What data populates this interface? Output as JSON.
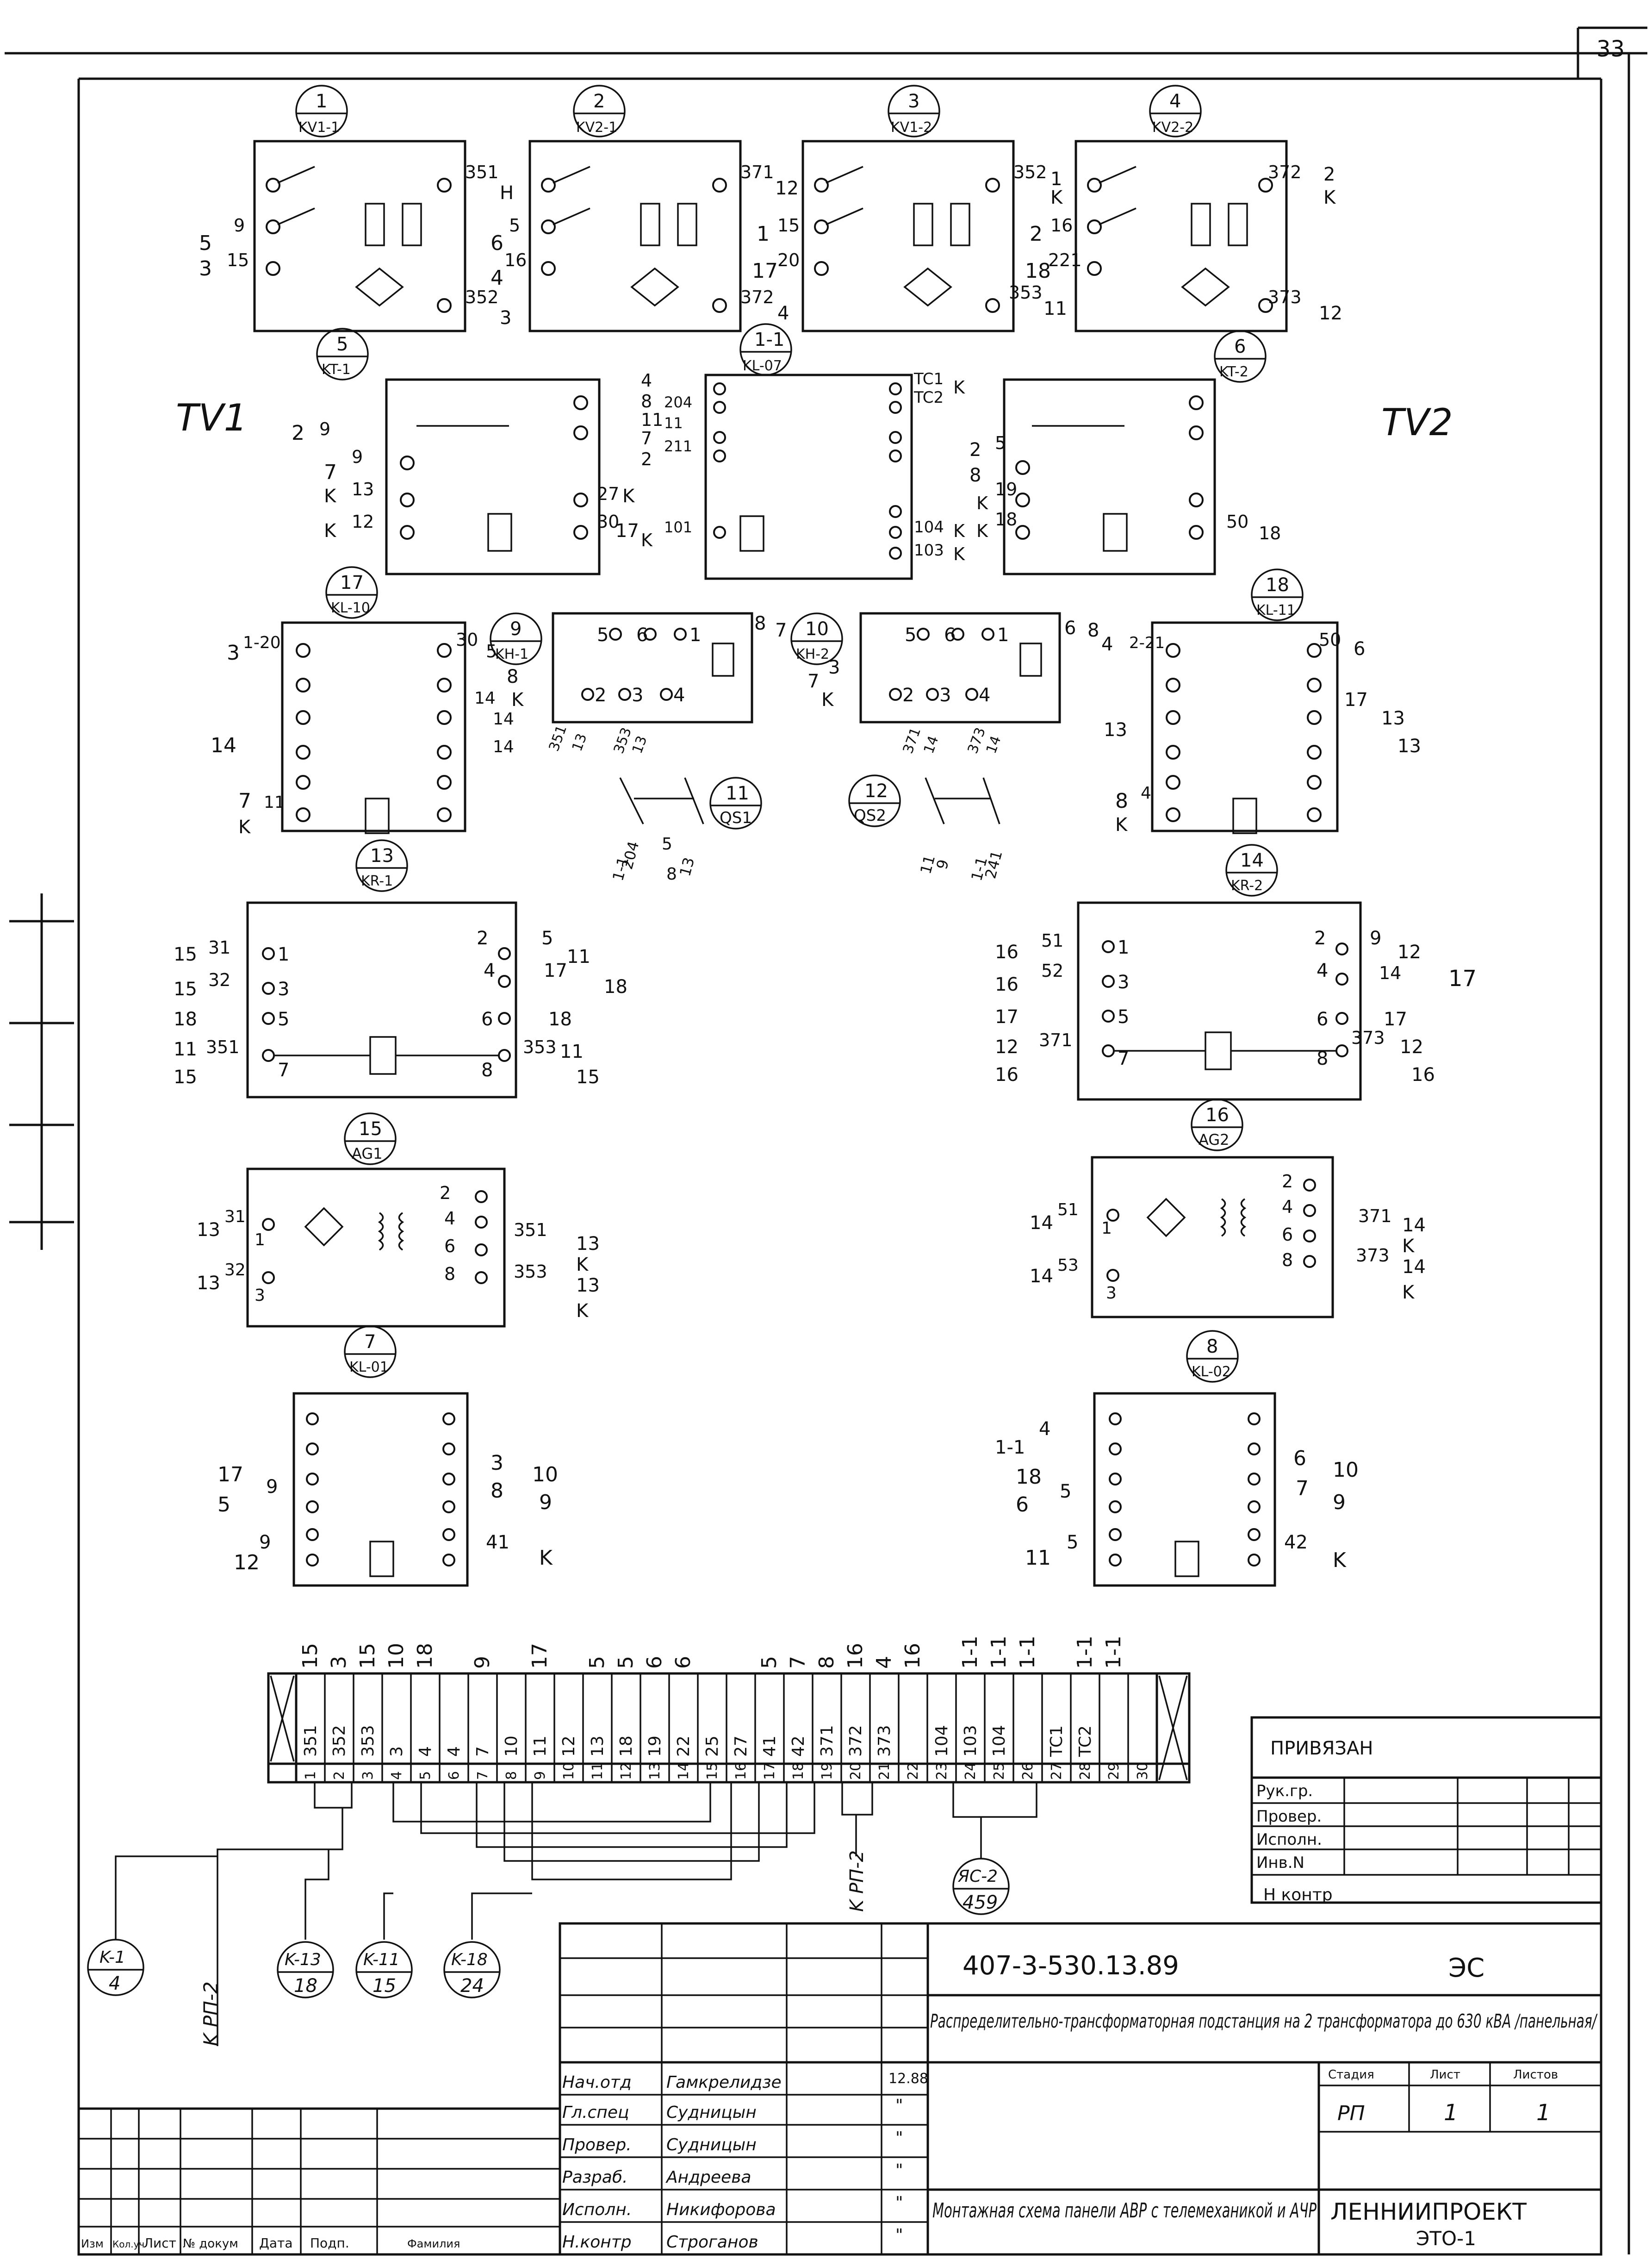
{
  "sheet_number": "33",
  "transformers": {
    "left": "TV1",
    "right": "TV2"
  },
  "devices": {
    "kv1_1": {
      "num": "1",
      "code": "KV1-1",
      "pins_left": [
        "5",
        "3"
      ],
      "pins_left_wire": [
        "9",
        "15"
      ],
      "pins_right": [
        "351",
        "352"
      ],
      "right_ext": [
        "H",
        "3"
      ],
      "bottom_left": "4"
    },
    "kv2_1": {
      "num": "2",
      "code": "KV2-1",
      "pins_left": [
        "6",
        "4"
      ],
      "pins_left_wire": [
        "5",
        "16"
      ],
      "pins_right": [
        "371",
        "372"
      ],
      "right_ext": [
        "12",
        "4"
      ]
    },
    "kv1_2": {
      "num": "3",
      "code": "KV1-2",
      "pins_left": [
        "1",
        "17"
      ],
      "pins_left_wire": [
        "15",
        "20"
      ],
      "pins_right": [
        "352",
        "353"
      ],
      "right_ext": [
        "1",
        "K",
        "11"
      ]
    },
    "kv2_2": {
      "num": "4",
      "code": "KV2-2",
      "pins_left": [
        "2",
        "18"
      ],
      "pins_left_wire": [
        "16",
        "221"
      ],
      "pins_right": [
        "372",
        "373"
      ],
      "right_ext": [
        "2",
        "K",
        "12"
      ]
    },
    "kt1": {
      "num": "5",
      "code": "KT-1",
      "pins_left": [
        "2",
        "7",
        "K",
        "K"
      ],
      "pins_left_wire": [
        "9",
        "9",
        "13",
        "12"
      ],
      "pins_right": [
        "27",
        "30"
      ],
      "right_ext": [
        "K",
        "17"
      ]
    },
    "kl07": {
      "num": "1-1",
      "code": "KL-07",
      "pins_left": [
        "4",
        "8",
        "11",
        "7",
        "2",
        "K"
      ],
      "pins_left_wire": [
        "204",
        "11",
        "211",
        "101"
      ],
      "pins_right": [
        "TC1",
        "TC2",
        "104",
        "103"
      ],
      "right_ext": [
        "K",
        "K",
        "K"
      ]
    },
    "kt2": {
      "num": "6",
      "code": "KT-2",
      "pins_left": [
        "2",
        "8",
        "K",
        "K"
      ],
      "pins_left_wire": [
        "5",
        "19",
        "18"
      ],
      "pins_right": [
        "50",
        "18"
      ]
    },
    "kl10": {
      "num": "17",
      "code": "KL-10",
      "pins_left": [
        "3",
        "14",
        "7",
        "K"
      ],
      "pins_left_wire": [
        "1-20",
        "11"
      ],
      "pins_right": [
        "30",
        "5",
        "14",
        "14",
        "14"
      ]
    },
    "kh1": {
      "num": "9",
      "code": "KH-1",
      "contacts_top": [
        "5",
        "6",
        "1"
      ],
      "contacts_bottom": [
        "2",
        "3",
        "4"
      ],
      "ext": [
        "8",
        "7",
        "8",
        "K"
      ],
      "wires": [
        "351",
        "13",
        "353",
        "13"
      ]
    },
    "kh2": {
      "num": "10",
      "code": "KH-2",
      "contacts_top": [
        "5",
        "6",
        "1"
      ],
      "contacts_bottom": [
        "2",
        "3",
        "4"
      ],
      "ext": [
        "6",
        "8",
        "4",
        "7",
        "3",
        "K"
      ],
      "wires": [
        "371",
        "14",
        "373",
        "14"
      ]
    },
    "kl11": {
      "num": "18",
      "code": "KL-11",
      "pins_left": [
        "2-21",
        "13",
        "8",
        "K"
      ],
      "pins_left_wire": [
        "4"
      ],
      "pins_right": [
        "50",
        "6",
        "17",
        "13",
        "13"
      ]
    },
    "qs1": {
      "num": "11",
      "code": "QS1",
      "wires": [
        "204",
        "5",
        "13",
        "1-1",
        "8"
      ]
    },
    "qs2": {
      "num": "12",
      "code": "QS2",
      "wires": [
        "11",
        "9",
        "241",
        "1-1"
      ]
    },
    "kr1": {
      "num": "13",
      "code": "KR-1",
      "rows": [
        [
          "15",
          "31",
          "1"
        ],
        [
          "15",
          "32",
          "3"
        ],
        [
          "18",
          "5"
        ],
        [
          "11",
          "351",
          "7"
        ],
        [
          "15"
        ]
      ],
      "right": [
        [
          "2",
          "5",
          "11"
        ],
        [
          "4",
          "17",
          "18"
        ],
        [
          "6",
          "18"
        ],
        [
          "8",
          "353",
          "11",
          "15"
        ]
      ]
    },
    "kr2": {
      "num": "14",
      "code": "KR-2",
      "rows": [
        [
          "16",
          "51",
          "1"
        ],
        [
          "16",
          "52",
          "3"
        ],
        [
          "17",
          "5"
        ],
        [
          "12",
          "371",
          "7"
        ],
        [
          "16"
        ]
      ],
      "right": [
        [
          "2",
          "9",
          "12"
        ],
        [
          "4",
          "14",
          "17"
        ],
        [
          "6",
          "17"
        ],
        [
          "8",
          "373",
          "12",
          "16"
        ]
      ]
    },
    "ag1": {
      "num": "15",
      "code": "AG1",
      "left": [
        [
          "13",
          "31",
          "1"
        ],
        [
          "13",
          "32",
          "3"
        ]
      ],
      "right": [
        [
          "2"
        ],
        [
          "4"
        ],
        [
          "6",
          "351",
          "13",
          "K"
        ],
        [
          "8",
          "353",
          "13",
          "K"
        ]
      ]
    },
    "ag2": {
      "num": "16",
      "code": "AG2",
      "left": [
        [
          "14",
          "51",
          "1"
        ],
        [
          "14",
          "53",
          "3"
        ]
      ],
      "right": [
        [
          "2"
        ],
        [
          "4"
        ],
        [
          "6",
          "371",
          "14",
          "K"
        ],
        [
          "8",
          "373",
          "14",
          "K"
        ]
      ]
    },
    "kl01": {
      "num": "7",
      "code": "KL-01",
      "left": [
        [
          "17"
        ],
        [
          "5",
          "9"
        ],
        [
          "12",
          "9"
        ]
      ],
      "right": [
        [
          "3",
          "10"
        ],
        [
          "8",
          "9"
        ],
        [
          "41",
          "K"
        ]
      ]
    },
    "kl02": {
      "num": "8",
      "code": "KL-02",
      "left": [
        [
          "1-1",
          "4"
        ],
        [
          "18"
        ],
        [
          "6",
          "5"
        ],
        [
          "11",
          "5"
        ]
      ],
      "right": [
        [
          "6",
          "10"
        ],
        [
          "7",
          "9"
        ],
        [
          "42",
          "K"
        ]
      ]
    }
  },
  "terminal_block": {
    "top_labels": [
      "15",
      "3",
      "15",
      "10",
      "18",
      "",
      "9",
      "",
      "17",
      "",
      "5",
      "5",
      "6",
      "6",
      "",
      "",
      "5",
      "7",
      "8",
      "16",
      "4",
      "16",
      "",
      "1-1",
      "1-1",
      "1-1",
      "",
      "1-1",
      "1-1",
      ""
    ],
    "wire_labels": [
      "351",
      "352",
      "353",
      "3",
      "4",
      "4",
      "7",
      "10",
      "11",
      "12",
      "13",
      "18",
      "19",
      "22",
      "25",
      "27",
      "41",
      "42",
      "371",
      "372",
      "373",
      "",
      "104",
      "103",
      "104",
      "",
      "TC1",
      "TC2",
      "",
      ""
    ],
    "numbers": [
      "1",
      "2",
      "3",
      "4",
      "5",
      "6",
      "7",
      "8",
      "9",
      "10",
      "11",
      "12",
      "13",
      "14",
      "15",
      "16",
      "17",
      "18",
      "19",
      "20",
      "21",
      "22",
      "23",
      "24",
      "25",
      "26",
      "27",
      "28",
      "29",
      "30"
    ]
  },
  "cable_refs": [
    {
      "top": "K-1",
      "bottom": "4"
    },
    {
      "top": "K-13",
      "bottom": "18"
    },
    {
      "top": "K-11",
      "bottom": "15"
    },
    {
      "top": "K-18",
      "bottom": "24"
    },
    {
      "top": "ЯС-2",
      "bottom": "459"
    }
  ],
  "cable_notes": {
    "left": "K РП-2",
    "middle": "K РП-2"
  },
  "approval": {
    "title": "ПРИВЯЗАН",
    "rows": [
      "Рук.гр.",
      "Провер.",
      "Исполн.",
      "Инв.N"
    ],
    "footer": "Н контр"
  },
  "title_block": {
    "code": "407-3-530.13.89",
    "mark": "ЭС",
    "project": "Распределительно-трансформаторная подстанция на 2 трансформатора до 630 кВА /панельная/",
    "sheet_title": "Монтажная схема панели АВР с телемеханикой и АЧР",
    "organization": "ЛЕННИИПРОЕКТ",
    "department": "ЭТО-1",
    "stage_header": "Стадия",
    "sheet_header": "Лист",
    "sheets_header": "Листов",
    "stage": "РП",
    "sheet": "1",
    "sheets": "1",
    "date": "12.88",
    "ditto": "\"",
    "signatures": [
      {
        "role": "Нач.отд",
        "name": "Гамкрелидзе"
      },
      {
        "role": "Гл.спец",
        "name": "Судницын"
      },
      {
        "role": "Провер.",
        "name": "Судницын"
      },
      {
        "role": "Разраб.",
        "name": "Андреева"
      },
      {
        "role": "Исполн.",
        "name": "Никифорова"
      },
      {
        "role": "Н.контр",
        "name": "Строганов"
      }
    ],
    "change_headers": [
      "Изм",
      "Кол.уч",
      "Лист",
      "№ докум",
      "Дата",
      "Подп.",
      "Фамилия"
    ]
  }
}
